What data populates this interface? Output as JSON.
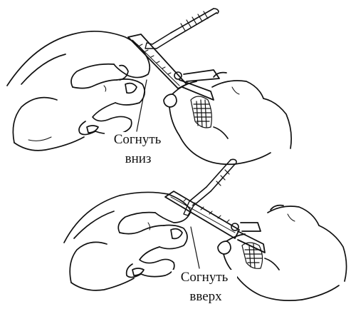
{
  "panels": [
    {
      "id": "top",
      "caption_line1": "Согнуть",
      "caption_line2": "вниз"
    },
    {
      "id": "bottom",
      "caption_line1": "Согнуть",
      "caption_line2": "вверх"
    }
  ],
  "colors": {
    "ink": "#111111",
    "paper": "#ffffff"
  }
}
